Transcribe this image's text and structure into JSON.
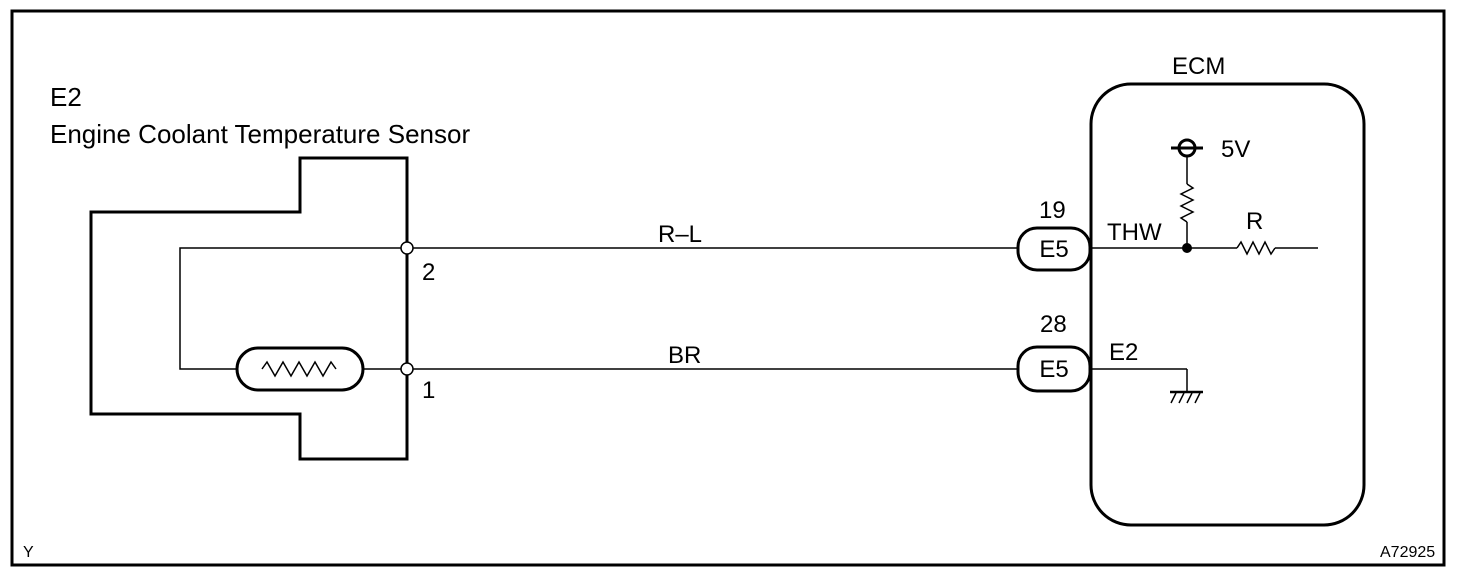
{
  "sensor": {
    "code": "E2",
    "name": "Engine Coolant Temperature Sensor",
    "pin_upper": "2",
    "pin_lower": "1"
  },
  "wires": {
    "upper_color": "R–L",
    "lower_color": "BR"
  },
  "ecm": {
    "title": "ECM",
    "supply": "5V",
    "resistor": "R",
    "signal_terminal": "THW",
    "ground_terminal": "E2",
    "connector_upper": {
      "pin": "19",
      "name": "E5"
    },
    "connector_lower": {
      "pin": "28",
      "name": "E5"
    }
  },
  "footer": {
    "left_code": "Y",
    "figure_id": "A72925"
  }
}
